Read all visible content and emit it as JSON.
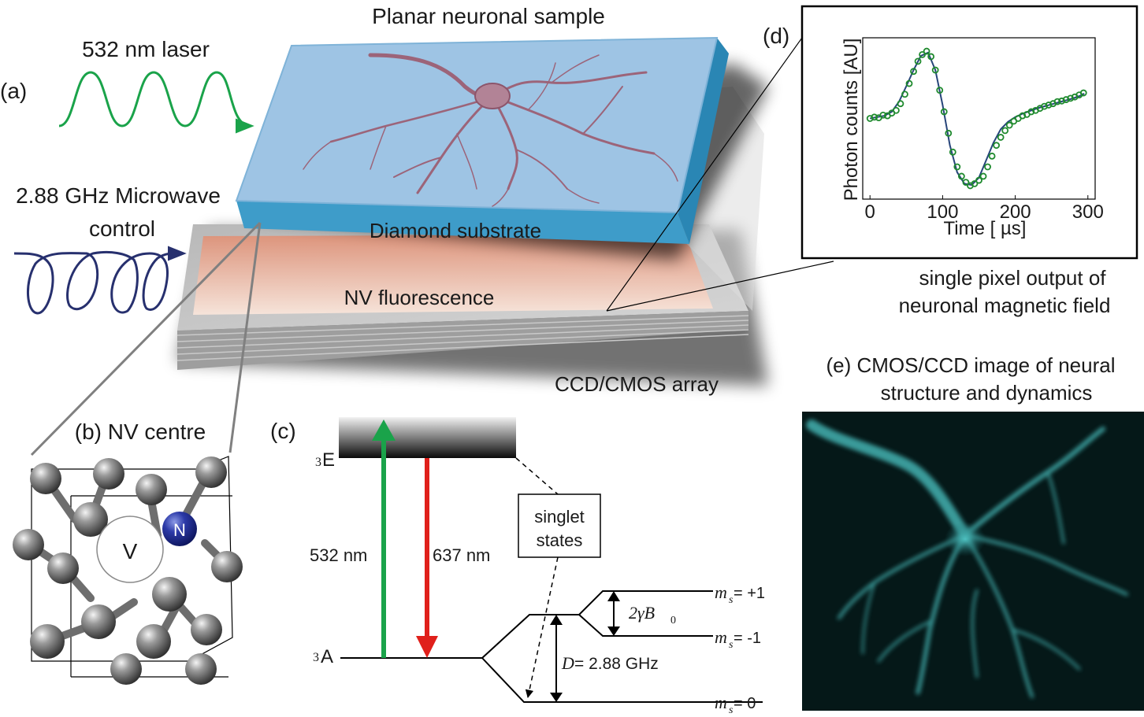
{
  "panel_a": {
    "label": "(a)",
    "laser_label": "532 nm laser",
    "microwave_line1": "2.88 GHz Microwave",
    "microwave_line2": "control",
    "sample_title": "Planar neuronal sample",
    "diamond_label": "Diamond substrate",
    "fluorescence_label": "NV fluorescence",
    "array_label": "CCD/CMOS array"
  },
  "panel_b": {
    "label": "(b) NV centre",
    "vacancy_label": "V",
    "nitrogen_label": "N"
  },
  "panel_c": {
    "label": "(c)",
    "excited_state": "E",
    "excited_sup": "3",
    "ground_state": "A",
    "ground_sup": "3",
    "absorb_label": "532 nm",
    "emit_label": "637 nm",
    "singlet_line1": "singlet",
    "singlet_line2": "states",
    "ms_plus_prefix": "m",
    "ms_plus_sub": "s",
    "ms_plus_val": " = +1",
    "ms_minus_val": " = -1",
    "ms_zero_val": " = 0",
    "zeeman_label": "2γB",
    "zeeman_sub": "0",
    "zfs_D": "D",
    "zfs_value": " = 2.88 GHz",
    "colors": {
      "green": "#1aa34a",
      "red": "#e0201b"
    }
  },
  "panel_d": {
    "label": "(d)",
    "ylabel": "Photon counts [AU]",
    "xlabel": "Time [ µs]",
    "caption_line1": "single pixel output of",
    "caption_line2": "neuronal magnetic field",
    "chart_data": {
      "type": "scatter",
      "x_ticks": [
        "0",
        "100",
        "200",
        "300"
      ],
      "xlim": [
        -10,
        310
      ],
      "ylim": [
        -1.2,
        1.2
      ],
      "series": [
        {
          "style": "points",
          "x": [
            0,
            6,
            12,
            18,
            24,
            30,
            36,
            42,
            48,
            54,
            60,
            66,
            72,
            78,
            84,
            90,
            96,
            102,
            108,
            114,
            120,
            126,
            132,
            138,
            144,
            150,
            156,
            162,
            168,
            174,
            180,
            186,
            192,
            198,
            204,
            210,
            216,
            222,
            228,
            234,
            240,
            246,
            252,
            258,
            264,
            270,
            276,
            282,
            288,
            294
          ],
          "y": [
            0.0,
            0.02,
            0.01,
            0.05,
            0.04,
            0.08,
            0.12,
            0.22,
            0.36,
            0.52,
            0.7,
            0.85,
            0.95,
            1.0,
            0.92,
            0.72,
            0.42,
            0.1,
            -0.22,
            -0.5,
            -0.72,
            -0.86,
            -0.95,
            -1.0,
            -0.97,
            -0.92,
            -0.86,
            -0.72,
            -0.56,
            -0.4,
            -0.28,
            -0.18,
            -0.1,
            -0.04,
            0.0,
            0.04,
            0.06,
            0.1,
            0.12,
            0.15,
            0.18,
            0.2,
            0.22,
            0.25,
            0.26,
            0.28,
            0.3,
            0.32,
            0.35,
            0.38
          ]
        },
        {
          "style": "line",
          "x": [
            0,
            10,
            20,
            30,
            40,
            50,
            60,
            70,
            80,
            90,
            100,
            110,
            120,
            130,
            140,
            150,
            160,
            170,
            180,
            190,
            200,
            210,
            220,
            230,
            240,
            250,
            260,
            270,
            280,
            290,
            295
          ],
          "y": [
            0.0,
            0.02,
            0.04,
            0.1,
            0.25,
            0.48,
            0.72,
            0.93,
            0.98,
            0.72,
            0.2,
            -0.4,
            -0.8,
            -0.97,
            -0.99,
            -0.88,
            -0.62,
            -0.36,
            -0.16,
            -0.05,
            0.02,
            0.07,
            0.11,
            0.15,
            0.18,
            0.21,
            0.24,
            0.27,
            0.3,
            0.34,
            0.37
          ]
        }
      ],
      "colors": {
        "points": "#1f8a2e",
        "line": "#27457a"
      }
    }
  },
  "panel_e": {
    "label_line1": "(e) CMOS/CCD image of neural",
    "label_line2": "structure and dynamics"
  }
}
